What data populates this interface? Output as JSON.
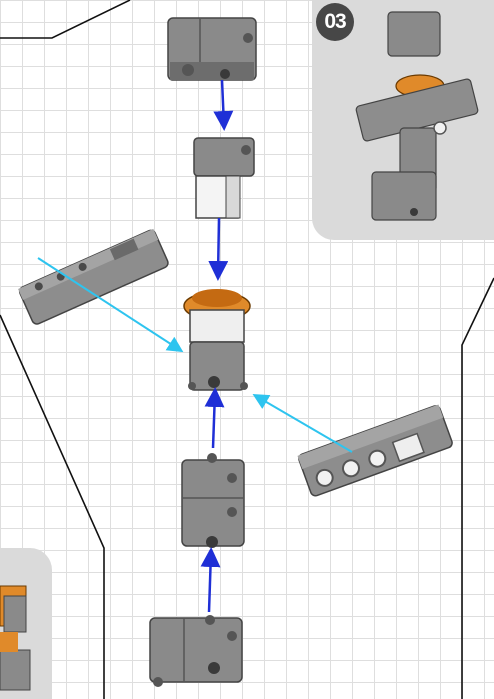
{
  "instruction_page": {
    "step_number": "03",
    "colors": {
      "background": "#ffffff",
      "grid_line": "#dedede",
      "panel": "#dadada",
      "badge": "#474747",
      "part_gray": "#8a8a8a",
      "part_dark": "#555555",
      "part_orange": "#e08a2a",
      "arrow_vertical": "#1f2fd6",
      "arrow_diagonal": "#2ec4ef"
    },
    "parts": [
      "servo-top",
      "connector-white",
      "pulley-hub",
      "beam-left",
      "beam-right",
      "servo-middle",
      "servo-bottom"
    ]
  }
}
